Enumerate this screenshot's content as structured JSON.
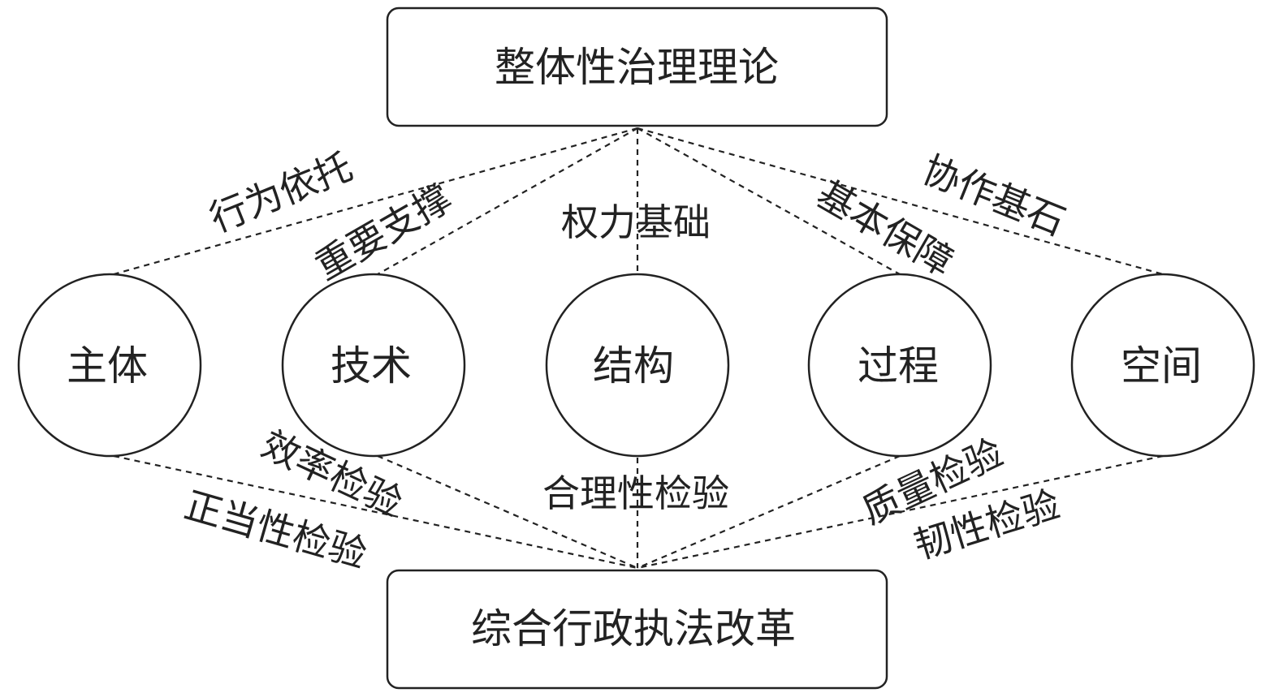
{
  "top_box": "整体性治理理论",
  "bottom_box": "综合行政执法改革",
  "circles": [
    "主体",
    "技术",
    "结构",
    "过程",
    "空间"
  ],
  "upper_labels": [
    "行为依托",
    "重要支撑",
    "权力基础",
    "基本保障",
    "协作基石"
  ],
  "lower_labels": [
    "正当性检验",
    "效率检验",
    "合理性检验",
    "质量检验",
    "韧性检验"
  ]
}
